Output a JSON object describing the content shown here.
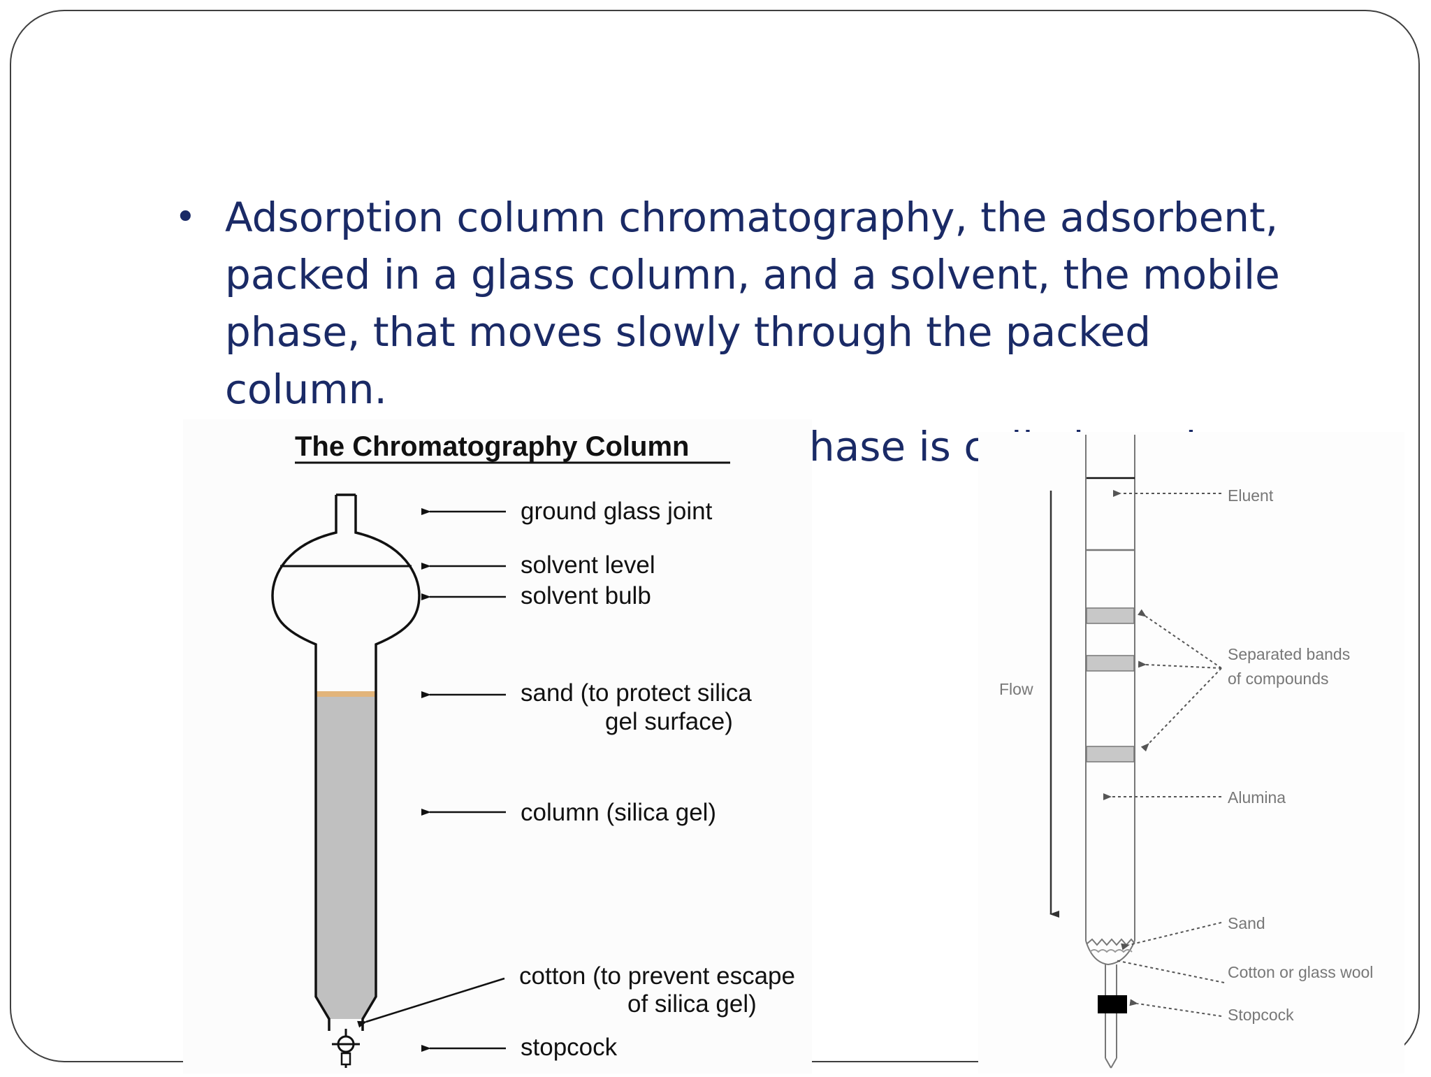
{
  "bullet": {
    "text": "Adsorption column chromatography, the adsorbent,\npacked in a glass column, and a solvent, the mobile\nphase, that moves slowly through the packed column.\nA solvent used as a mobile phase is called an eluent."
  },
  "left_diagram": {
    "title": "The Chromatography Column",
    "labels": {
      "ground_glass_joint": "ground glass joint",
      "solvent_level": "solvent level",
      "solvent_bulb": "solvent bulb",
      "sand_1": "sand (to protect silica",
      "sand_2": "gel surface)",
      "column": "column (silica gel)",
      "cotton_1": "cotton (to prevent escape",
      "cotton_2": "of silica gel)",
      "stopcock": "stopcock"
    },
    "colors": {
      "silica_gel": "#c0c0c0",
      "sand": "#e2b47a"
    }
  },
  "right_diagram": {
    "flow_label": "Flow",
    "eluent": "Eluent",
    "bands_1": "Separated bands",
    "bands_2": "of compounds",
    "alumina": "Alumina",
    "sand": "Sand",
    "cotton": "Cotton or glass wool",
    "stopcock": "Stopcock",
    "colors": {
      "band": "#c8c8c8",
      "stopcock": "#000000"
    }
  },
  "theme": {
    "text_color": "#1a2a66",
    "frame_color": "#3f3f3f"
  }
}
